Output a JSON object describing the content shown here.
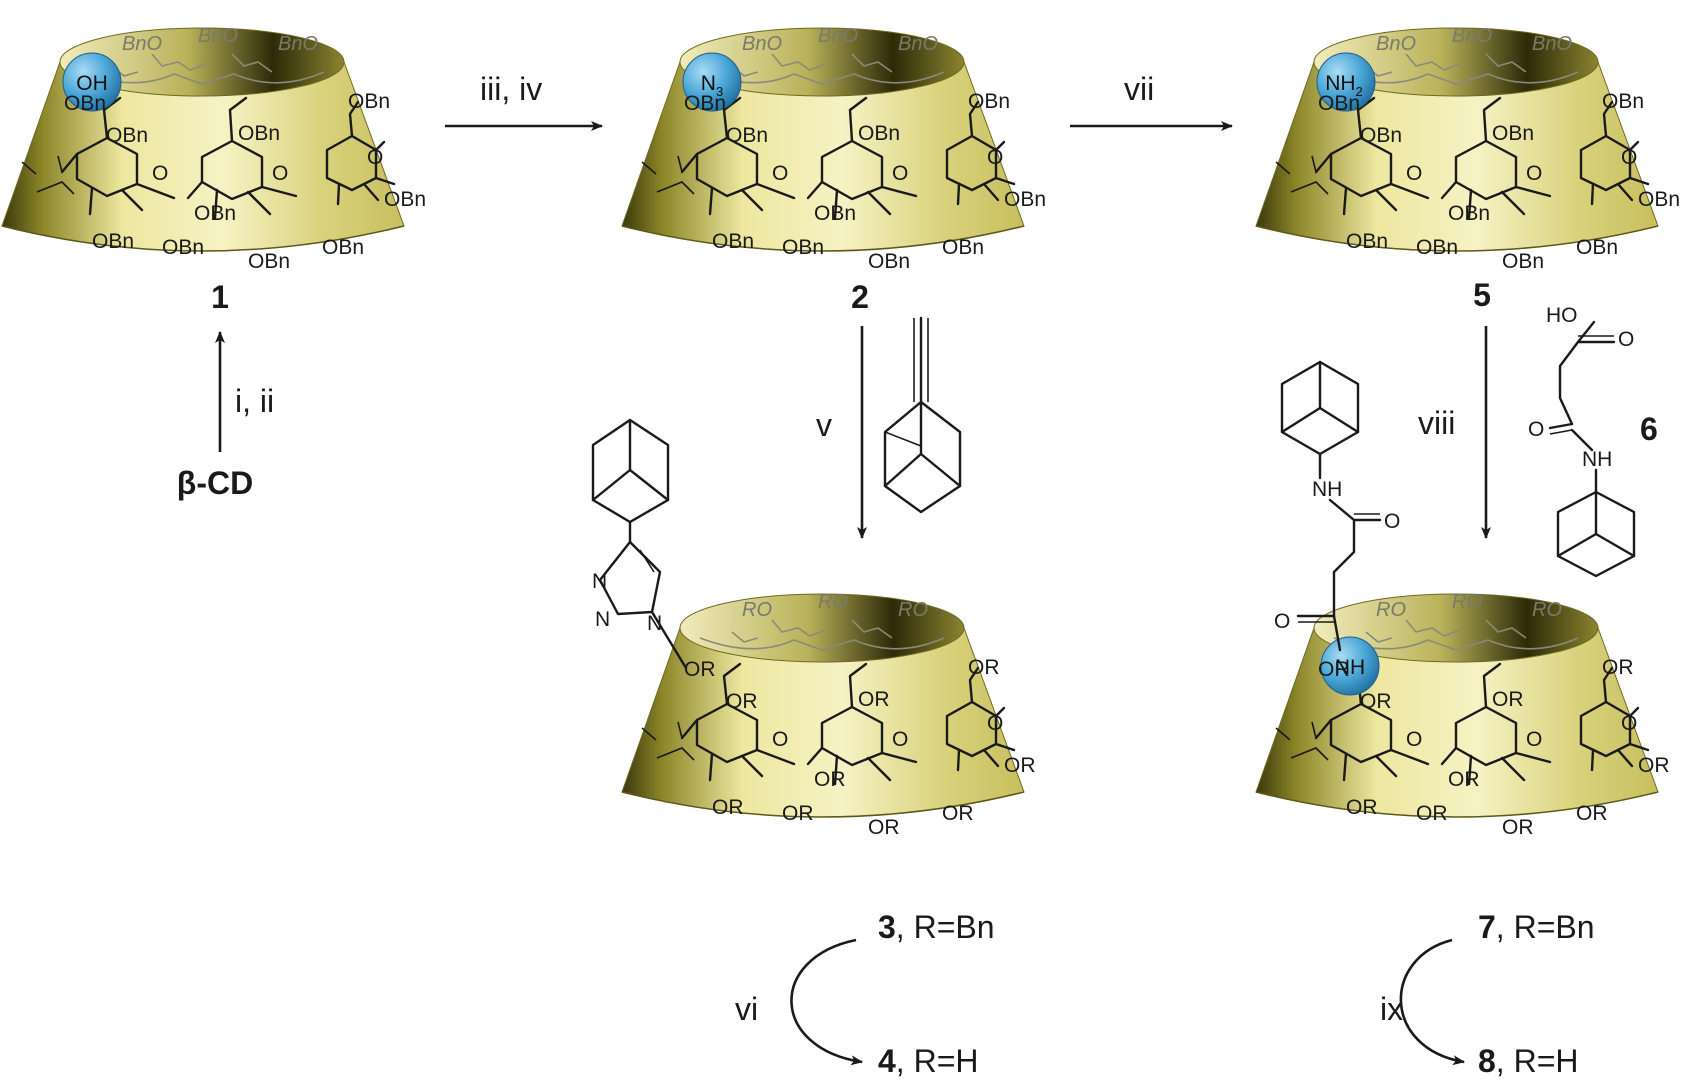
{
  "compounds": [
    {
      "id": "c1",
      "number": "1",
      "suffix": "",
      "ball": "OH",
      "ball_sub": "",
      "outer_group": "OBn",
      "rim_group": "BnO"
    },
    {
      "id": "c2",
      "number": "2",
      "suffix": "",
      "ball": "N",
      "ball_sub": "3",
      "outer_group": "OBn",
      "rim_group": "BnO"
    },
    {
      "id": "c5",
      "number": "5",
      "suffix": "",
      "ball": "NH",
      "ball_sub": "2",
      "outer_group": "OBn",
      "rim_group": "BnO"
    },
    {
      "id": "c34",
      "number": "3",
      "suffix": ", R=Bn",
      "outer_group": "OR",
      "rim_group": "RO"
    },
    {
      "id": "c78",
      "number": "7",
      "suffix": ", R=Bn",
      "ball": "NH",
      "outer_group": "OR",
      "rim_group": "RO"
    }
  ],
  "products": {
    "p4": {
      "number": "4",
      "suffix": ", R=H"
    },
    "p8": {
      "number": "8",
      "suffix": ", R=H"
    }
  },
  "start_material": "β-CD",
  "reagent6": {
    "number": "6",
    "ho": "HO",
    "o1": "O",
    "o2": "O",
    "nh": "NH"
  },
  "amide_labels": {
    "nh": "NH",
    "o1": "O",
    "o2": "O"
  },
  "triazole_labels": {
    "n1": "N",
    "n2": "N",
    "n3": "N"
  },
  "pyranose_o": "O",
  "steps": {
    "s_i_ii": "i, ii",
    "s_iii_iv": "iii, iv",
    "s_vii": "vii",
    "s_v": "v",
    "s_viii": "viii",
    "s_vi": "vi",
    "s_ix": "ix"
  },
  "colors": {
    "cone_light": "#f3efb4",
    "cone_mid": "#d8d27a",
    "cone_dark": "#4a4610",
    "ball": "#4aa6d6",
    "ball_dark": "#1f6e9e"
  }
}
